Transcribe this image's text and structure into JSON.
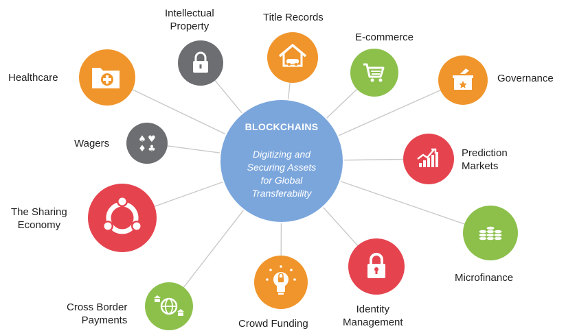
{
  "center": {
    "title": "BLOCKCHAINS",
    "subtitle": "Digitizing and\nSecuring Assets\nfor Global\nTransferability",
    "color": "#7ba6dc"
  },
  "nodes": [
    {
      "id": "healthcare",
      "label": "Healthcare",
      "color": "#f0952b",
      "icon": "medical-folder-icon"
    },
    {
      "id": "intellectual-property",
      "label": "Intellectual\nProperty",
      "color": "#6d6e71",
      "icon": "padlock-icon"
    },
    {
      "id": "title-records",
      "label": "Title Records",
      "color": "#f0952b",
      "icon": "house-car-icon"
    },
    {
      "id": "e-commerce",
      "label": "E-commerce",
      "color": "#8cc04b",
      "icon": "shopping-cart-icon"
    },
    {
      "id": "governance",
      "label": "Governance",
      "color": "#f0952b",
      "icon": "ballot-box-icon"
    },
    {
      "id": "wagers",
      "label": "Wagers",
      "color": "#6d6e71",
      "icon": "card-suits-icon"
    },
    {
      "id": "prediction-markets",
      "label": "Prediction\nMarkets",
      "color": "#e5444f",
      "icon": "bar-chart-icon"
    },
    {
      "id": "sharing-economy",
      "label": "The Sharing\nEconomy",
      "color": "#e5444f",
      "icon": "sharing-circle-icon"
    },
    {
      "id": "microfinance",
      "label": "Microfinance",
      "color": "#8cc04b",
      "icon": "coin-stacks-icon"
    },
    {
      "id": "cross-border",
      "label": "Cross Border\nPayments",
      "color": "#8cc04b",
      "icon": "globe-bank-icon"
    },
    {
      "id": "crowd-funding",
      "label": "Crowd Funding",
      "color": "#f0952b",
      "icon": "lightbulb-icon"
    },
    {
      "id": "identity",
      "label": "Identity\nManagement",
      "color": "#e5444f",
      "icon": "lock-icon"
    }
  ]
}
